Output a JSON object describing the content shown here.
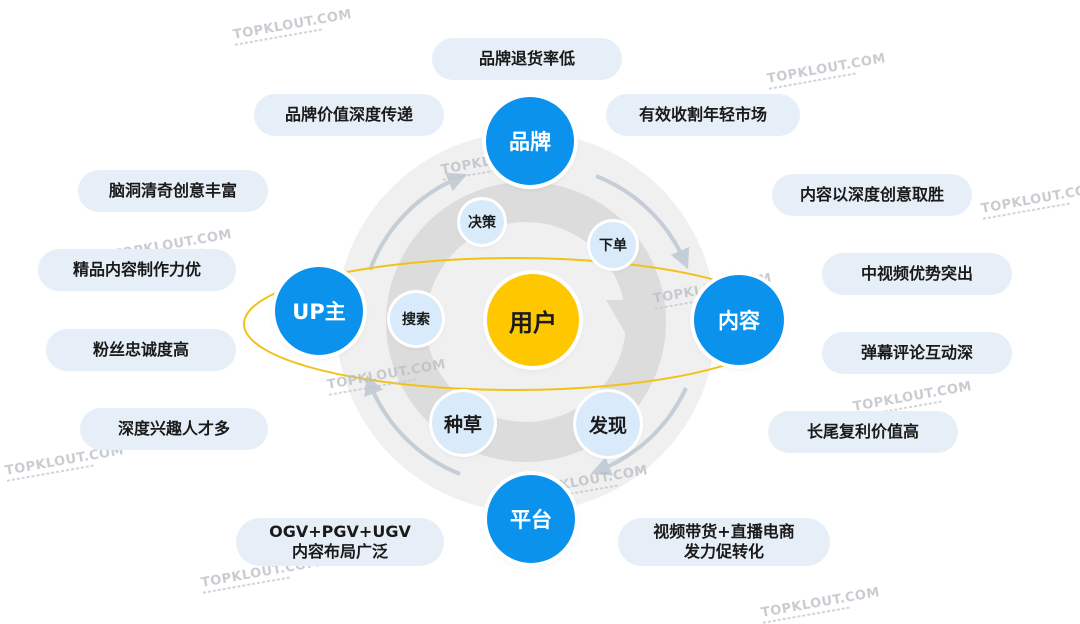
{
  "center_label": "用户",
  "main_nodes": {
    "brand": "品牌",
    "content": "内容",
    "platform": "平台",
    "up": "UP主"
  },
  "inner_nodes": {
    "decide": "决策",
    "order": "下单",
    "search": "搜索",
    "seed": "种草",
    "discover": "发现"
  },
  "brand_pills": {
    "top": "品牌退货率低",
    "left": "品牌价值深度传递",
    "right": "有效收割年轻市场"
  },
  "up_pills": [
    "脑洞清奇创意丰富",
    "精品内容制作力优",
    "粉丝忠诚度高",
    "深度兴趣人才多"
  ],
  "content_pills": [
    "内容以深度创意取胜",
    "中视频优势突出",
    "弹幕评论互动深",
    "长尾复利价值高"
  ],
  "platform_pills": {
    "left": [
      "OGV+PGV+UGV",
      "内容布局广泛"
    ],
    "right": [
      "视频带货+直播电商",
      "发力促转化"
    ]
  },
  "watermark": "TOPKLOUT.COM",
  "colors": {
    "node_blue": "#0b92ec",
    "center_yellow": "#ffc700",
    "pill_bg": "#e6eff8",
    "small_node_bg": "#d9ebfb",
    "orbit": "#f2c21b"
  }
}
